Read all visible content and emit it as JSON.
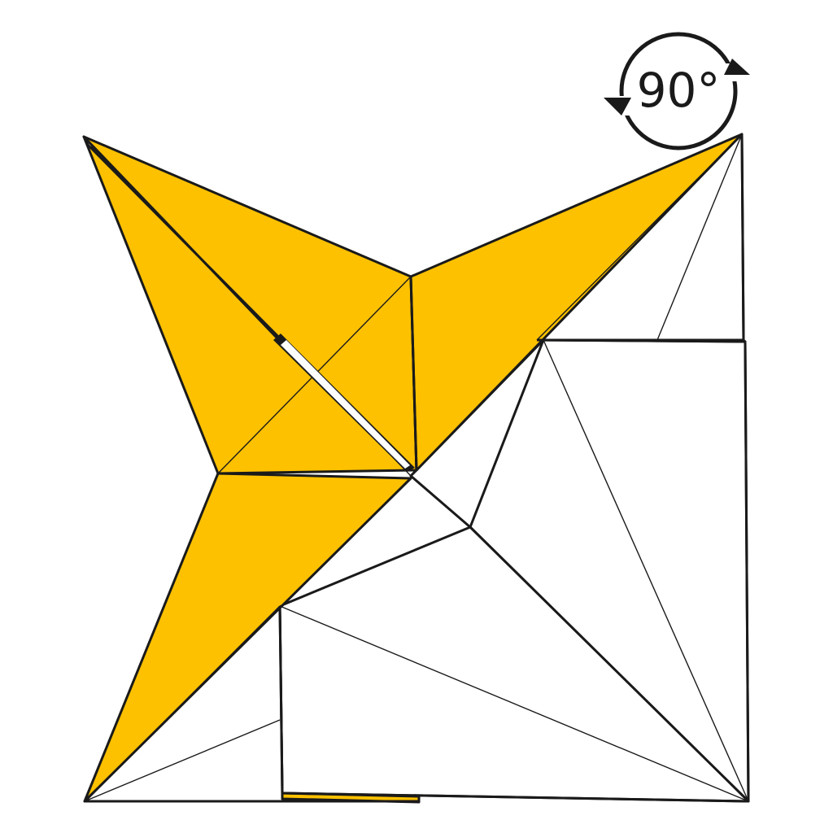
{
  "diagram": {
    "type": "origami-step",
    "rotation": {
      "label": "90°",
      "direction": "clockwise"
    },
    "colors": {
      "paper_color_side": "#FDC100",
      "paper_white_side": "#FFFFFF",
      "line": "#1A1A1A"
    }
  }
}
